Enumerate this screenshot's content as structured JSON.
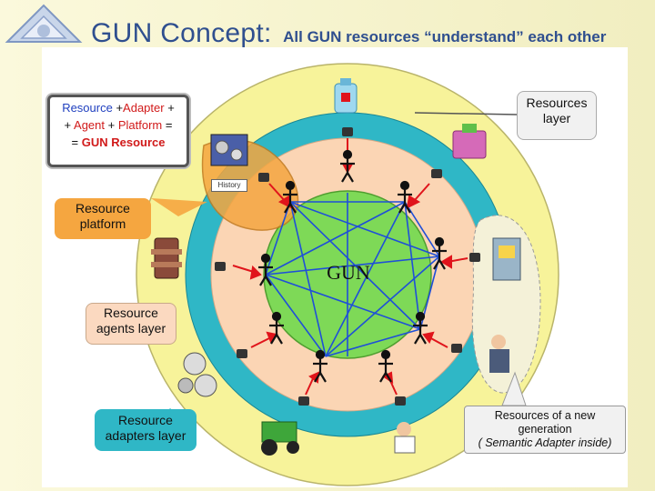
{
  "slide": {
    "title_main": "GUN Concept:",
    "title_sub": "All GUN resources “understand” each other"
  },
  "equation": {
    "line1": [
      "Resource",
      " +",
      "Adapter",
      " +"
    ],
    "line2": [
      "+ ",
      "Agent",
      " + ",
      "Platform",
      " ="
    ],
    "line3": [
      "= ",
      "GUN Resource"
    ]
  },
  "callouts": {
    "resources_layer": [
      "Resources",
      "layer"
    ],
    "resource_platform": [
      "Resource",
      "platform"
    ],
    "resource_agents": [
      "Resource",
      "agents layer"
    ],
    "resource_adapters": [
      "Resource",
      "adapters layer"
    ],
    "new_generation": [
      "Resources of a new",
      "generation",
      "( Semantic Adapter inside)"
    ]
  },
  "center_label": "GUN",
  "history_label": "History",
  "colors": {
    "outer_ring": "#f7f39a",
    "adapter_ring": "#2fb7c6",
    "agent_ring": "#fbd5b4",
    "core": "#7ed957",
    "arrow_blue": "#1f4fd8",
    "arrow_red": "#e0141b",
    "title": "#2f4f8f"
  },
  "icons": [
    "logo-icon",
    "medicine-bottle-icon",
    "paper-machine-icon",
    "gear-computer-icon",
    "transformer-icon",
    "electrical-cabinet-icon",
    "worker-icon",
    "pulley-machine-icon",
    "tractor-icon",
    "doctor-icon",
    "agent-figure-icon",
    "adapter-plug-icon"
  ]
}
